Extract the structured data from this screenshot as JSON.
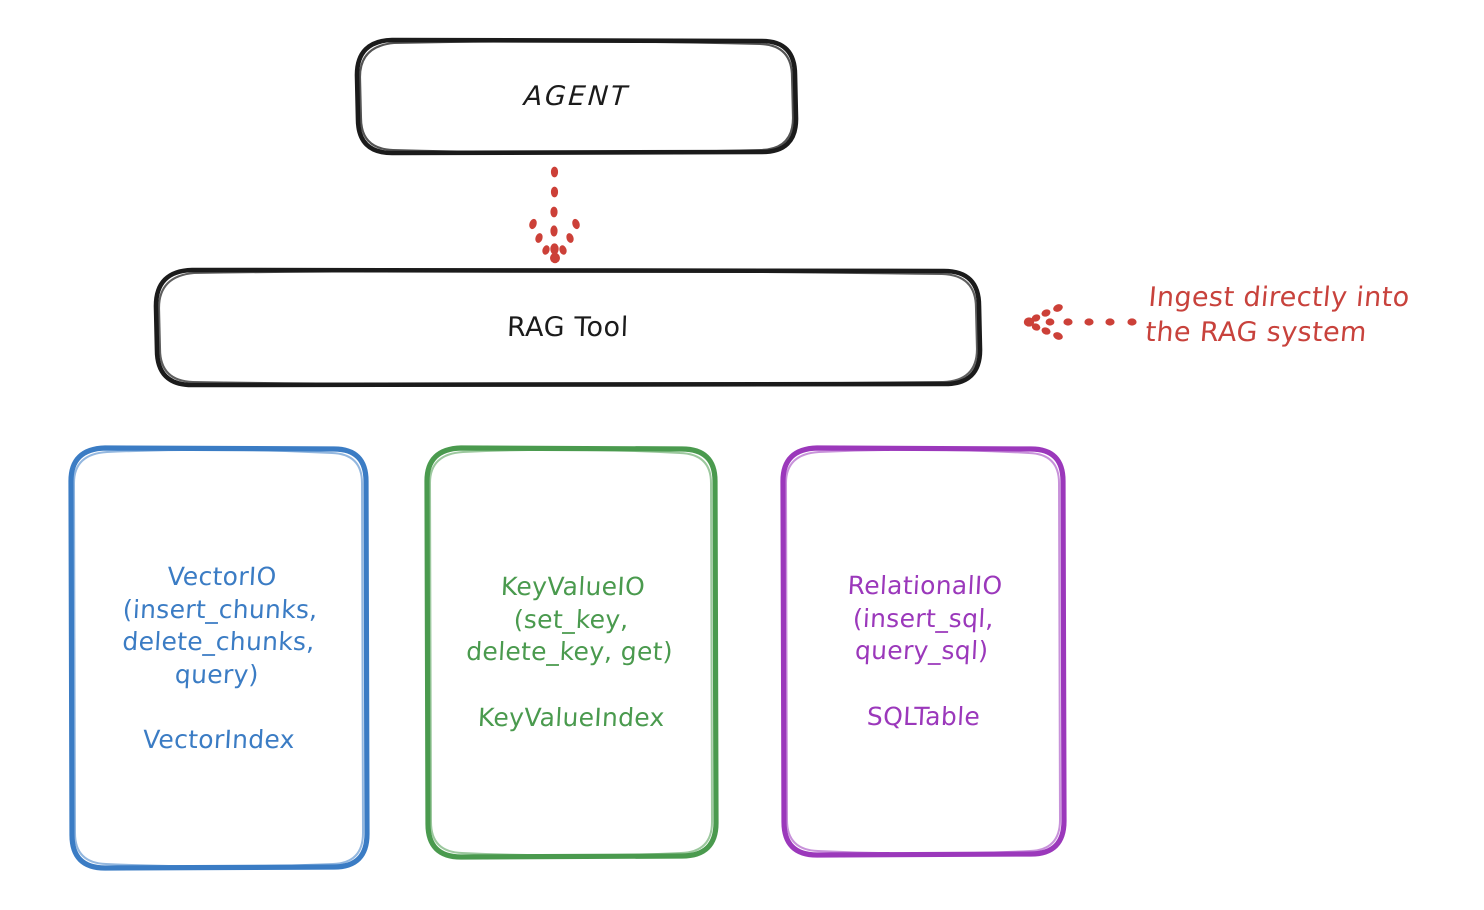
{
  "diagram": {
    "title_node": {
      "label": "AGENT"
    },
    "tool_node": {
      "label": "RAG Tool"
    },
    "cards": [
      {
        "name": "vector-io",
        "color": "#3b7cc4",
        "interface": "VectorIO\n(insert_chunks,\ndelete_chunks,\nquery)",
        "index": "VectorIndex"
      },
      {
        "name": "key-value-io",
        "color": "#4a9a4e",
        "interface": "KeyValueIO\n(set_key,\ndelete_key, get)",
        "index": "KeyValueIndex"
      },
      {
        "name": "relational-io",
        "color": "#9b38bb",
        "interface": "RelationalIO\n(insert_sql,\nquery_sql)",
        "index": "SQLTable"
      }
    ],
    "annotation": {
      "text": "Ingest directly into\nthe RAG system",
      "color": "#c8423c"
    },
    "connectors": [
      {
        "name": "agent-to-ragtool",
        "style": "dotted-arrow",
        "direction": "down",
        "color": "#cc4038"
      },
      {
        "name": "annotation-to-ragtool",
        "style": "dotted-arrow",
        "direction": "left",
        "color": "#cc4038"
      }
    ],
    "stroke_colors": {
      "box_outline": "#1b1b1b",
      "background": "#ffffff"
    }
  }
}
